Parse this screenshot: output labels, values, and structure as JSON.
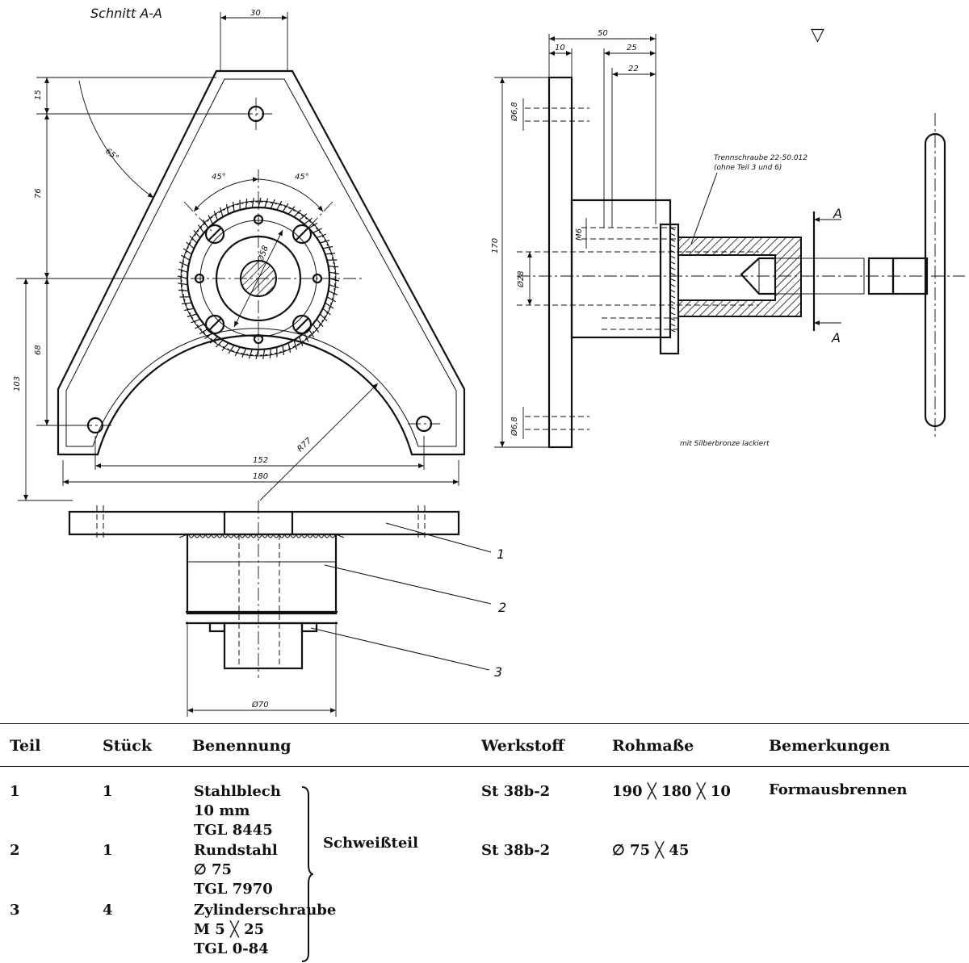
{
  "drawing": {
    "section_title": "Schnitt A-A",
    "section_marker": "A",
    "surface_symbol": "▽",
    "note_separation_screw": "Trennschraube 22-50.012",
    "note_separation_screw_2": "(ohne Teil 3 und 6)",
    "note_finish": "mit Silberbronze lackiert",
    "dimensions": {
      "top_width": "30",
      "d15": "15",
      "d76": "76",
      "d68": "68",
      "d103": "103",
      "d152": "152",
      "d180": "180",
      "r77": "R77",
      "angle65": "65°",
      "angle45a": "45°",
      "angle45b": "45°",
      "d58": "Ø58",
      "d70": "Ø70",
      "side_50": "50",
      "side_10": "10",
      "side_25": "25",
      "side_22": "22",
      "side_170": "170",
      "side_d68_top": "Ø6,8",
      "side_d68_bottom": "Ø6,8",
      "side_m6": "M6",
      "side_d28": "Ø28"
    },
    "callouts": [
      "1",
      "2",
      "3"
    ]
  },
  "parts_list": {
    "headers": {
      "teil": "Teil",
      "stueck": "Stück",
      "benennung": "Benennung",
      "werkstoff": "Werkstoff",
      "rohmasse": "Rohmaße",
      "bemerkungen": "Bemerkungen"
    },
    "group_label": "Schweißteil",
    "rows": [
      {
        "teil": "1",
        "stueck": "1",
        "benennung": "Stahlblech\n10 mm\nTGL 8445",
        "werkstoff": "St 38b-2",
        "rohmasse": "190 ╳ 180 ╳ 10",
        "bemerkungen": "Formausbrennen"
      },
      {
        "teil": "2",
        "stueck": "1",
        "benennung": "Rundstahl\n∅ 75\nTGL 7970",
        "werkstoff": "St 38b-2",
        "rohmasse": "∅ 75 ╳ 45",
        "bemerkungen": ""
      },
      {
        "teil": "3",
        "stueck": "4",
        "benennung": "Zylinderschraube\nM 5 ╳ 25\nTGL 0-84",
        "werkstoff": "",
        "rohmasse": "",
        "bemerkungen": ""
      }
    ]
  }
}
